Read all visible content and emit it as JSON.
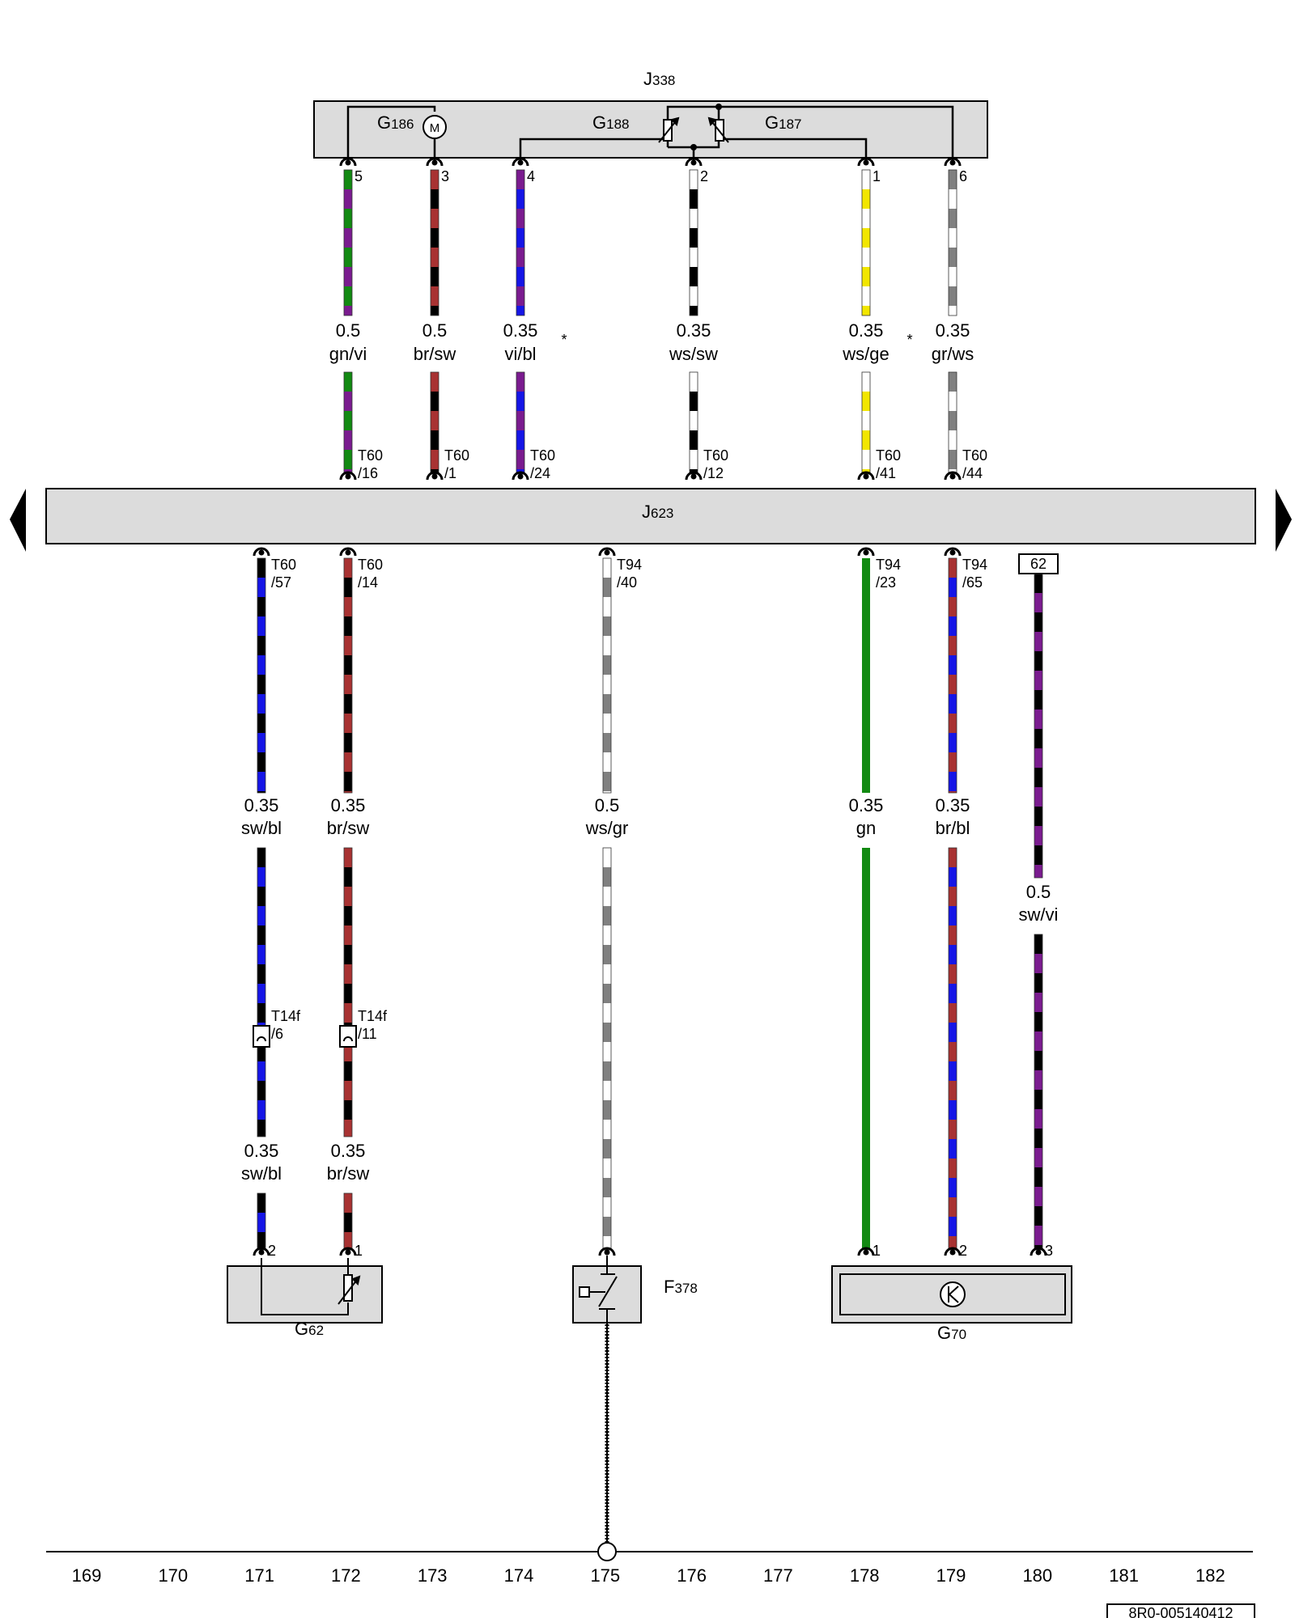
{
  "components": {
    "J338": {
      "name": "J",
      "sub": "338"
    },
    "G186": {
      "name": "G",
      "sub": "186",
      "motor_glyph": "M"
    },
    "G188": {
      "name": "G",
      "sub": "188"
    },
    "G187": {
      "name": "G",
      "sub": "187"
    },
    "J623": {
      "name": "J",
      "sub": "623"
    },
    "G62": {
      "name": "G",
      "sub": "62"
    },
    "F378": {
      "name": "F",
      "sub": "378"
    },
    "G70": {
      "name": "G",
      "sub": "70"
    }
  },
  "upper_wires": [
    {
      "pin": "5",
      "size": "0.5",
      "code": "gn/vi",
      "conn": "T60",
      "conn_pin": "/16",
      "colors": [
        "#128a12",
        "#7a1b8f"
      ]
    },
    {
      "pin": "3",
      "size": "0.5",
      "code": "br/sw",
      "conn": "T60",
      "conn_pin": "/1",
      "colors": [
        "#a83232",
        "#000000"
      ]
    },
    {
      "pin": "4",
      "size": "0.35",
      "code": "vi/bl",
      "conn": "T60",
      "conn_pin": "/24",
      "colors": [
        "#7a1b8f",
        "#1515e6"
      ]
    },
    {
      "pin": "2",
      "size": "0.35",
      "code": "ws/sw",
      "conn": "T60",
      "conn_pin": "/12",
      "colors": [
        "#ffffff",
        "#000000"
      ]
    },
    {
      "pin": "1",
      "size": "0.35",
      "code": "ws/ge",
      "conn": "T60",
      "conn_pin": "/41",
      "colors": [
        "#ffffff",
        "#f2e600"
      ]
    },
    {
      "pin": "6",
      "size": "0.35",
      "code": "gr/ws",
      "conn": "T60",
      "conn_pin": "/44",
      "colors": [
        "#808080",
        "#ffffff"
      ]
    }
  ],
  "asterisks": [
    "*",
    "*"
  ],
  "lower_wires": [
    {
      "conn": "T60",
      "conn_pin": "/57",
      "size": "0.35",
      "code": "sw/bl",
      "colors": [
        "#000000",
        "#1515e6"
      ],
      "inline_conn": "T14f",
      "inline_pin": "/6",
      "size2": "0.35",
      "code2": "sw/bl",
      "end_pin": "2"
    },
    {
      "conn": "T60",
      "conn_pin": "/14",
      "size": "0.35",
      "code": "br/sw",
      "colors": [
        "#a83232",
        "#000000"
      ],
      "inline_conn": "T14f",
      "inline_pin": "/11",
      "size2": "0.35",
      "code2": "br/sw",
      "end_pin": "1"
    },
    {
      "conn": "T94",
      "conn_pin": "/40",
      "size": "0.5",
      "code": "ws/gr",
      "colors": [
        "#ffffff",
        "#808080"
      ]
    },
    {
      "conn": "T94",
      "conn_pin": "/23",
      "size": "0.35",
      "code": "gn",
      "colors": [
        "#128a12"
      ],
      "end_pin": "1"
    },
    {
      "conn": "T94",
      "conn_pin": "/65",
      "size": "0.35",
      "code": "br/bl",
      "colors": [
        "#a83232",
        "#1515e6"
      ],
      "end_pin": "2"
    },
    {
      "ref_box": "62",
      "size": "0.5",
      "code": "sw/vi",
      "colors": [
        "#000000",
        "#7a1b8f"
      ],
      "end_pin": "3"
    }
  ],
  "grid_numbers": [
    "169",
    "170",
    "171",
    "172",
    "173",
    "174",
    "175",
    "176",
    "177",
    "178",
    "179",
    "180",
    "181",
    "182"
  ],
  "doc_number": "8R0-005140412"
}
